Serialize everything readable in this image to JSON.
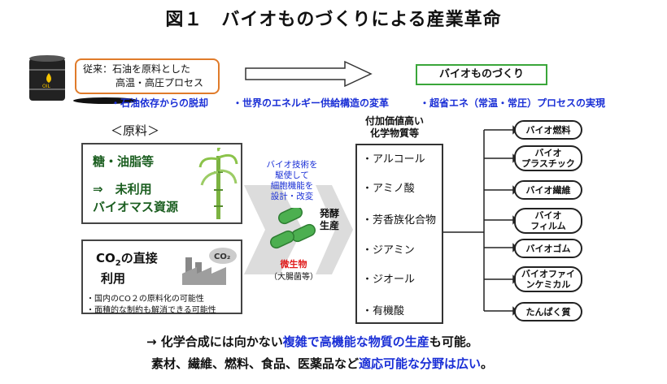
{
  "title": "図１　バイオものづくりによる産業革命",
  "conventional": {
    "line1": "従来：石油を原料とした",
    "line2": "高温・高圧プロセス"
  },
  "bio_manufacturing": "バイオものづくり",
  "oil_barrel_label": "OIL",
  "benefits": [
    "・石油依存からの脱却",
    "・世界のエネルギー供給構造の変革",
    "・超省エネ（常温・常圧）プロセスの実現"
  ],
  "raw_materials": {
    "heading": "＜原料＞",
    "sugar": "糖・油脂等",
    "unused_1": "⇒　未利用",
    "unused_2": "バイオマス資源",
    "co2_title_prefix": "CO",
    "co2_title_sub": "2",
    "co2_title_suffix": "の直接",
    "co2_title_line2": "利用",
    "co2_icon": "CO₂",
    "co2_notes": [
      "・国内のCO２の原料化の可能性",
      "・面積的な制約も解消できる可能性"
    ]
  },
  "microbe": {
    "tech_lines": [
      "バイオ技術を",
      "駆使して",
      "細胞機能を",
      "設計・改変"
    ],
    "label": "微生物",
    "sub": "（大腸菌等）"
  },
  "fermentation": [
    "発酵",
    "生産"
  ],
  "value_added_heading": [
    "付加価値高い",
    "化学物質等"
  ],
  "chemicals": [
    "・アルコール",
    "・アミノ酸",
    "・芳香族化合物",
    "・ジアミン",
    "・ジオール",
    "・有機酸"
  ],
  "products": [
    [
      "バイオ燃料"
    ],
    [
      "バイオ",
      "プラスチック"
    ],
    [
      "バイオ繊維"
    ],
    [
      "バイオ",
      "フィルム"
    ],
    [
      "バイオゴム"
    ],
    [
      "バイオファイ",
      "ンケミカル"
    ],
    [
      "たんぱく質"
    ]
  ],
  "footer": {
    "line1_a": "→ 化学合成には向かない",
    "line1_b": "複雑で高機能な物質の生産",
    "line1_c": "も可能。",
    "line2_a": "素材、繊維、燃料、食品、医薬品など",
    "line2_b": "適応可能な分野は広い",
    "line2_c": "。"
  },
  "colors": {
    "accent_blue": "#1a2fd6",
    "orange_border": "#e07b2a",
    "green_border": "#3aa63a",
    "red_label": "#e01b1b",
    "arrow_gray": "#d9d9d9"
  }
}
